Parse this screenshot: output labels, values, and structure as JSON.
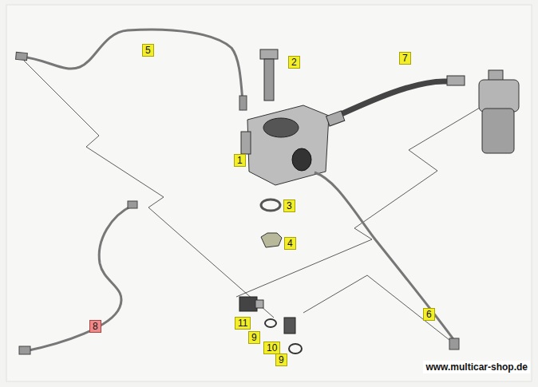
{
  "diagram": {
    "labels": [
      "5",
      "2",
      "7",
      "1",
      "3",
      "4",
      "8",
      "6",
      "11",
      "9",
      "10",
      "9",
      "www.multicar-shop.de"
    ]
  }
}
